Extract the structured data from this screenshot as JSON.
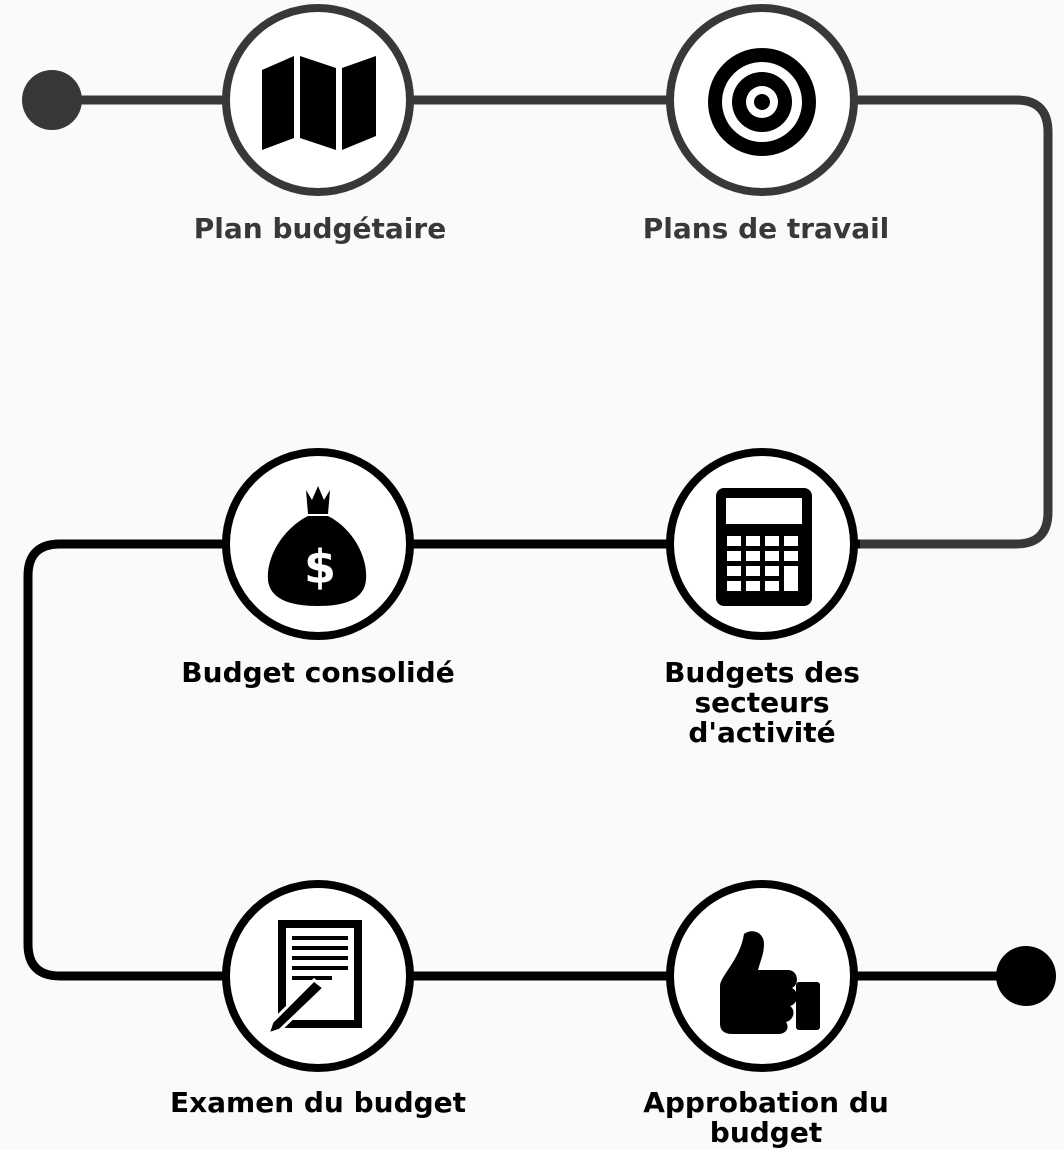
{
  "colors": {
    "background": "#fafafa",
    "top_row": "#37383a",
    "lower_rows": "#000000",
    "circle_fill": "#ffffff"
  },
  "steps": [
    {
      "label": "Plan budgétaire",
      "icon": "map-icon"
    },
    {
      "label": "Plans de travail",
      "icon": "target-icon"
    },
    {
      "label": "Budgets des secteurs\nd'activité",
      "icon": "calculator-icon"
    },
    {
      "label": "Budget consolidé",
      "icon": "money-bag-icon"
    },
    {
      "label": "Examen du budget",
      "icon": "document-pen-icon"
    },
    {
      "label": "Approbation du\nbudget",
      "icon": "thumbs-up-icon"
    }
  ]
}
